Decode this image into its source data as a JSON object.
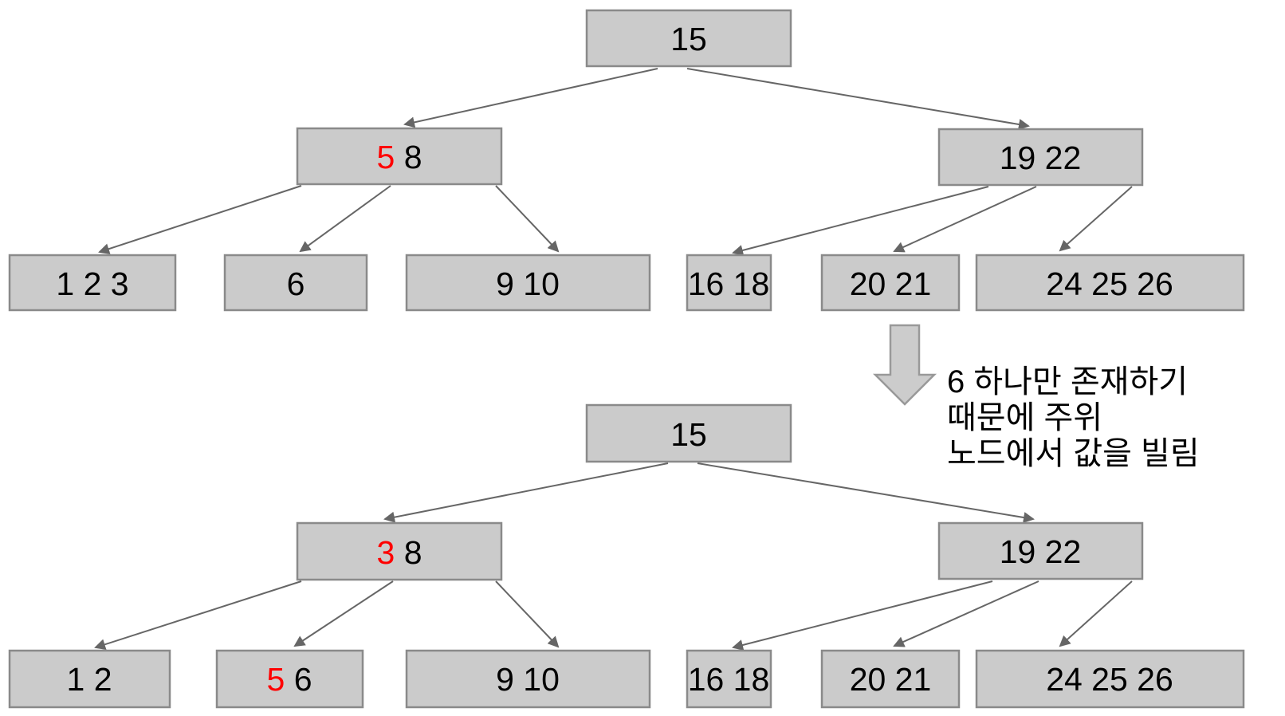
{
  "colors": {
    "box_fill": "#cbcbcb",
    "box_border": "#8a8a8a",
    "edge": "#666666",
    "text": "#000000",
    "highlight": "#ff0000",
    "big_arrow_fill": "#cccccc",
    "big_arrow_border": "#999999"
  },
  "annotation": {
    "lines": [
      "6 하나만 존재하기",
      "때문에 주위",
      "노드에서 값을 빌림"
    ]
  },
  "nodes": {
    "t1_root": {
      "text": "15"
    },
    "t1_internal_left": {
      "hl": "5",
      "rest": " 8"
    },
    "t1_internal_right": {
      "text": "19 22"
    },
    "t1_leaf1": {
      "text": "1 2 3"
    },
    "t1_leaf2": {
      "text": "6"
    },
    "t1_leaf3": {
      "text": "9 10"
    },
    "t1_leaf4": {
      "text": "16 18"
    },
    "t1_leaf5": {
      "text": "20 21"
    },
    "t1_leaf6": {
      "text": "24 25 26"
    },
    "t2_root": {
      "text": "15"
    },
    "t2_internal_left": {
      "hl": "3",
      "rest": " 8"
    },
    "t2_internal_right": {
      "text": "19 22"
    },
    "t2_leaf1": {
      "text": "1 2"
    },
    "t2_leaf2": {
      "hl": "5",
      "rest": " 6"
    },
    "t2_leaf3": {
      "text": "9 10"
    },
    "t2_leaf4": {
      "text": "16 18"
    },
    "t2_leaf5": {
      "text": "20 21"
    },
    "t2_leaf6": {
      "text": "24 25 26"
    }
  }
}
